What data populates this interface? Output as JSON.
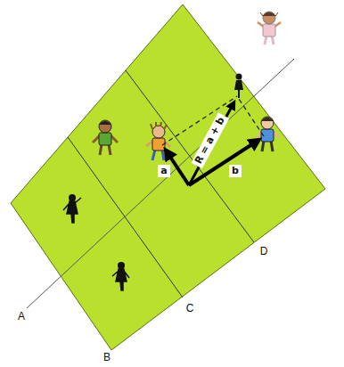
{
  "diagram": {
    "labels": [
      "R = a + b",
      "a",
      "b",
      "A",
      "B",
      "C",
      "D"
    ]
  }
}
